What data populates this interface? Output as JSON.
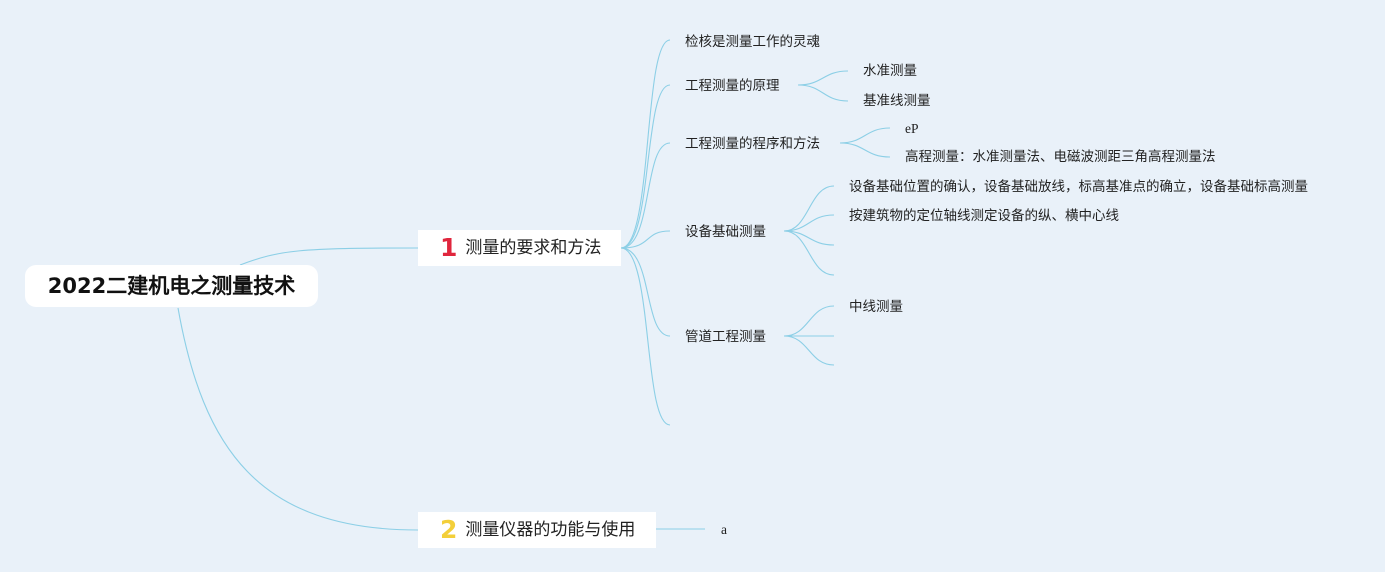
{
  "mindmap": {
    "root": {
      "label": "2022二建机电之测量技术"
    },
    "topics": [
      {
        "number": "1",
        "number_color": "#e0263d",
        "label": "测量的要求和方法",
        "subtopics": [
          {
            "label": "检核是测量工作的灵魂",
            "children": []
          },
          {
            "label": "工程测量的原理",
            "children": [
              "水准测量",
              "基准线测量"
            ]
          },
          {
            "label": "工程测量的程序和方法",
            "children": [
              "eP",
              "高程测量：水准测量法、电磁波测距三角高程测量法"
            ]
          },
          {
            "label": "设备基础测量",
            "children": [
              "设备基础位置的确认，设备基础放线，标高基准点的确立，设备基础标高测量",
              "按建筑物的定位轴线测定设备的纵、横中心线",
              "",
              ""
            ]
          },
          {
            "label": "管道工程测量",
            "children": [
              "中线测量",
              "",
              ""
            ]
          },
          {
            "label": "",
            "children": []
          }
        ]
      },
      {
        "number": "2",
        "number_color": "#f3cf3a",
        "label": "测量仪器的功能与使用",
        "subtopics": [
          {
            "label": "a",
            "children": []
          }
        ]
      }
    ]
  },
  "colors": {
    "background": "#e9f1f9",
    "link": "#8ccfe6",
    "node_fill": "#ffffff"
  }
}
